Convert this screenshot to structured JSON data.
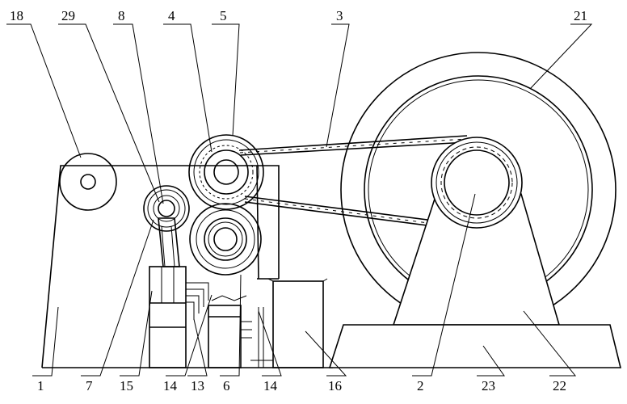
{
  "figure": {
    "labels": {
      "l1": "1",
      "l2": "2",
      "l3": "3",
      "l4": "4",
      "l5": "5",
      "l6": "6",
      "l7": "7",
      "l8": "8",
      "l13": "13",
      "l14a": "14",
      "l14b": "14",
      "l15": "15",
      "l16": "16",
      "l18": "18",
      "l21": "21",
      "l22": "22",
      "l23": "23",
      "l29": "29"
    },
    "colors": {
      "line": "#000000",
      "background": "#ffffff"
    }
  }
}
